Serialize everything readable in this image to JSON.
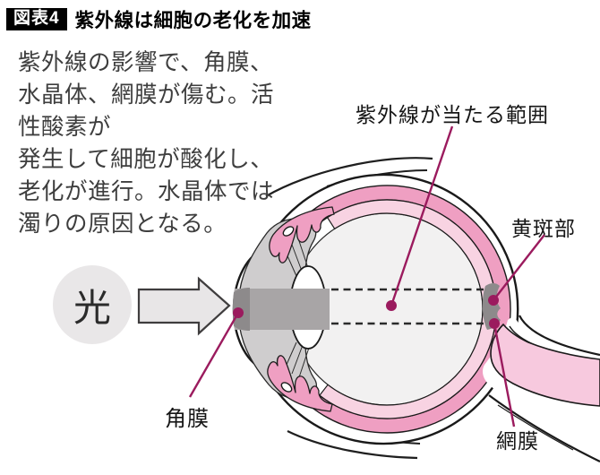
{
  "figure": {
    "badge": "図表4",
    "title": "紫外線は細胞の老化を加速"
  },
  "description_lines": [
    "紫外線の影響で、角膜、",
    "水晶体、網膜が傷む。活",
    "性酸素が",
    "発生して細胞が酸化し、",
    "老化が進行。水晶体では",
    "濁りの原因となる。"
  ],
  "light_label": "光",
  "eye_labels": {
    "uv_range": "紫外線が当たる範囲",
    "macula": "黄斑部",
    "cornea": "角膜",
    "retina": "網膜"
  },
  "colors": {
    "leader_line": "#9b1b5e",
    "choroid_pink": "#ef9fc2",
    "inner_retina_pink": "#f8d3e2",
    "optic_nerve_pink": "#f7c9de",
    "iris_pink": "#ef9fc2",
    "light_path_gray": "#a8a5a6",
    "dark_gray": "#8d8a8b",
    "badge_bg": "#000000",
    "badge_text": "#ffffff"
  }
}
